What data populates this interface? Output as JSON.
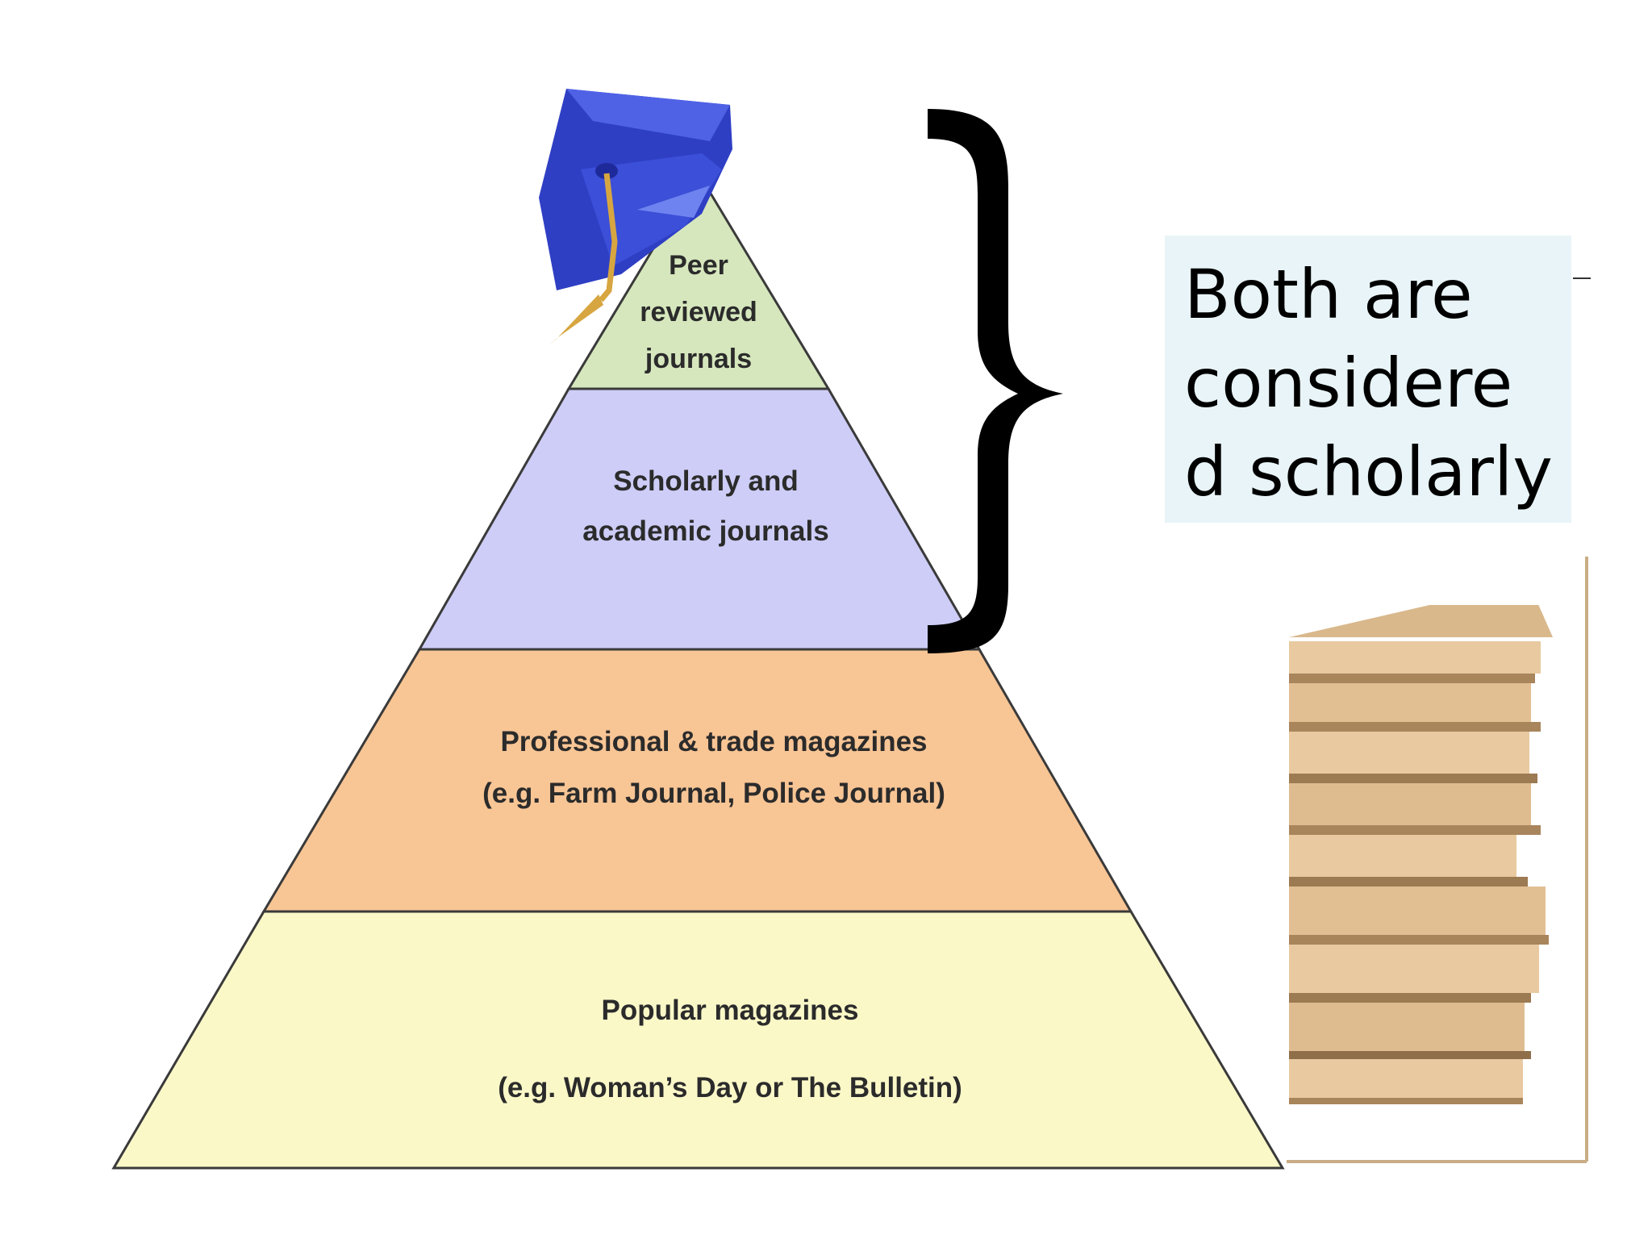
{
  "pyramid": {
    "tiers": [
      {
        "id": "peer",
        "lines": [
          "Peer",
          "reviewed",
          "journals"
        ],
        "color": "#d6e7bd"
      },
      {
        "id": "scholarly",
        "lines": [
          "Scholarly and",
          "academic journals"
        ],
        "color": "#cdcdf7"
      },
      {
        "id": "professional",
        "lines": [
          "Professional & trade magazines",
          "(e.g. Farm Journal, Police Journal)"
        ],
        "color": "#f8c595"
      },
      {
        "id": "popular",
        "lines": [
          "Popular magazines",
          "(e.g. Woman’s Day or The Bulletin)"
        ],
        "color": "#fbf8c8"
      }
    ],
    "outline_color": "#3a3a3a"
  },
  "callout": {
    "text": "Both are considere d scholarly",
    "background": "#e8f4f7"
  },
  "icons": {
    "cap": "graduation-cap-icon",
    "books": "book-stack-icon",
    "brace": "right-curly-brace-icon"
  },
  "colors": {
    "cap_blue": "#2f3fc4",
    "tassel": "#d7a640",
    "book_page": "#e8c9a0",
    "book_spine": "#a9855c"
  }
}
